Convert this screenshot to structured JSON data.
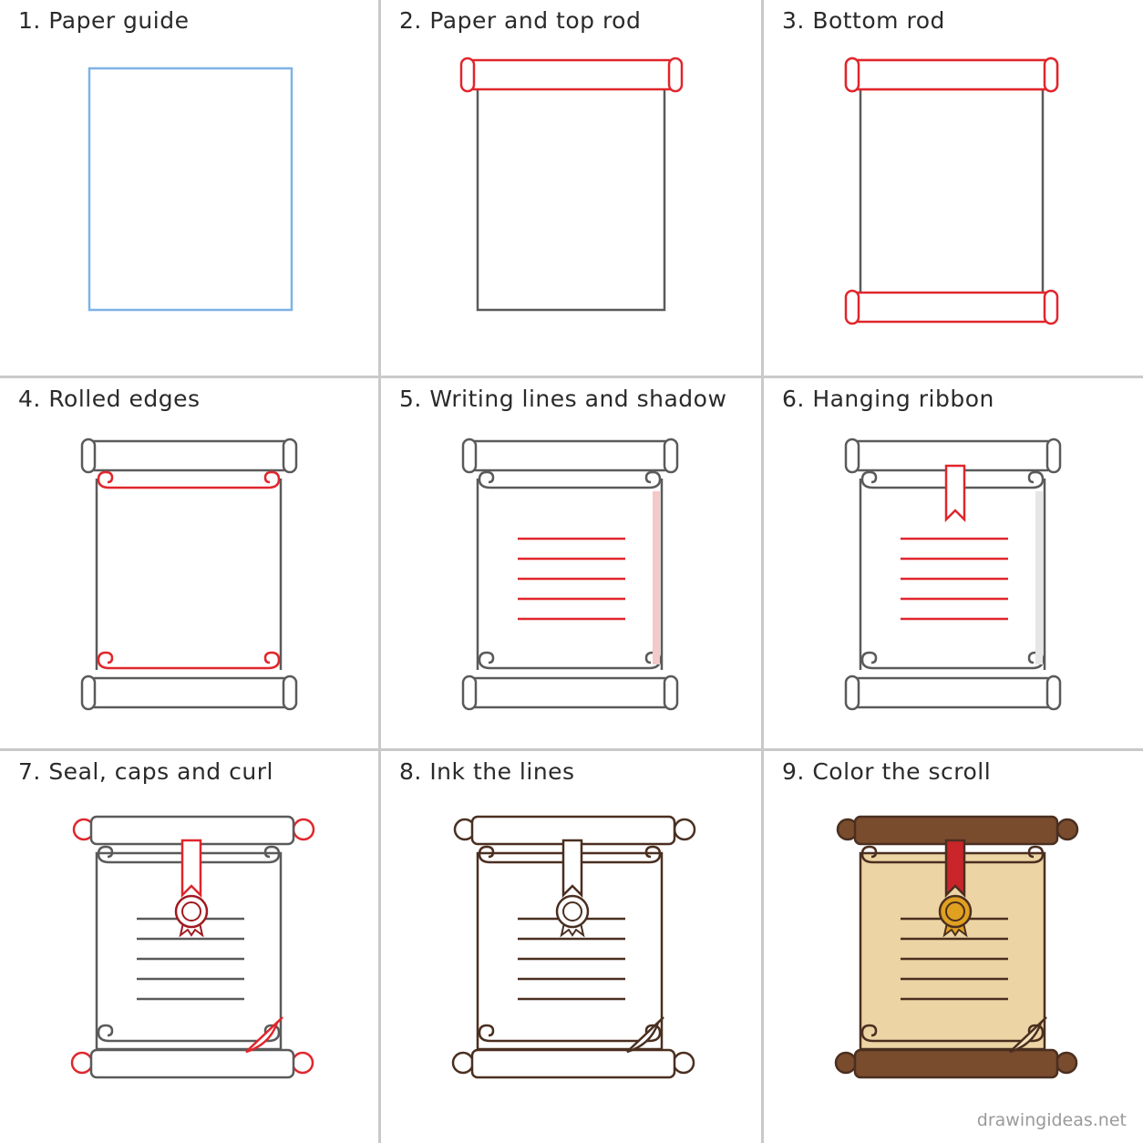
{
  "steps": [
    {
      "number": "1.",
      "label": "Paper guide"
    },
    {
      "number": "2.",
      "label": "Paper and top rod"
    },
    {
      "number": "3.",
      "label": "Bottom rod"
    },
    {
      "number": "4.",
      "label": "Rolled edges"
    },
    {
      "number": "5.",
      "label": "Writing lines and shadow"
    },
    {
      "number": "6.",
      "label": "Hanging ribbon"
    },
    {
      "number": "7.",
      "label": "Seal, caps and curl"
    },
    {
      "number": "8.",
      "label": "Ink the lines"
    },
    {
      "number": "9.",
      "label": "Color the scroll"
    }
  ],
  "watermark": "drawingideas.net",
  "colors": {
    "guide": "#7fb2e6",
    "new_stroke": "#e0262c",
    "pencil": "#5a5a5a",
    "ink": "#4a2f20",
    "paper_fill": "#ecd4a4",
    "rod_fill": "#7a4c2e",
    "ribbon_fill": "#c9252b",
    "seal_fill": "#e0a020",
    "divider": "#c9c9c9"
  }
}
